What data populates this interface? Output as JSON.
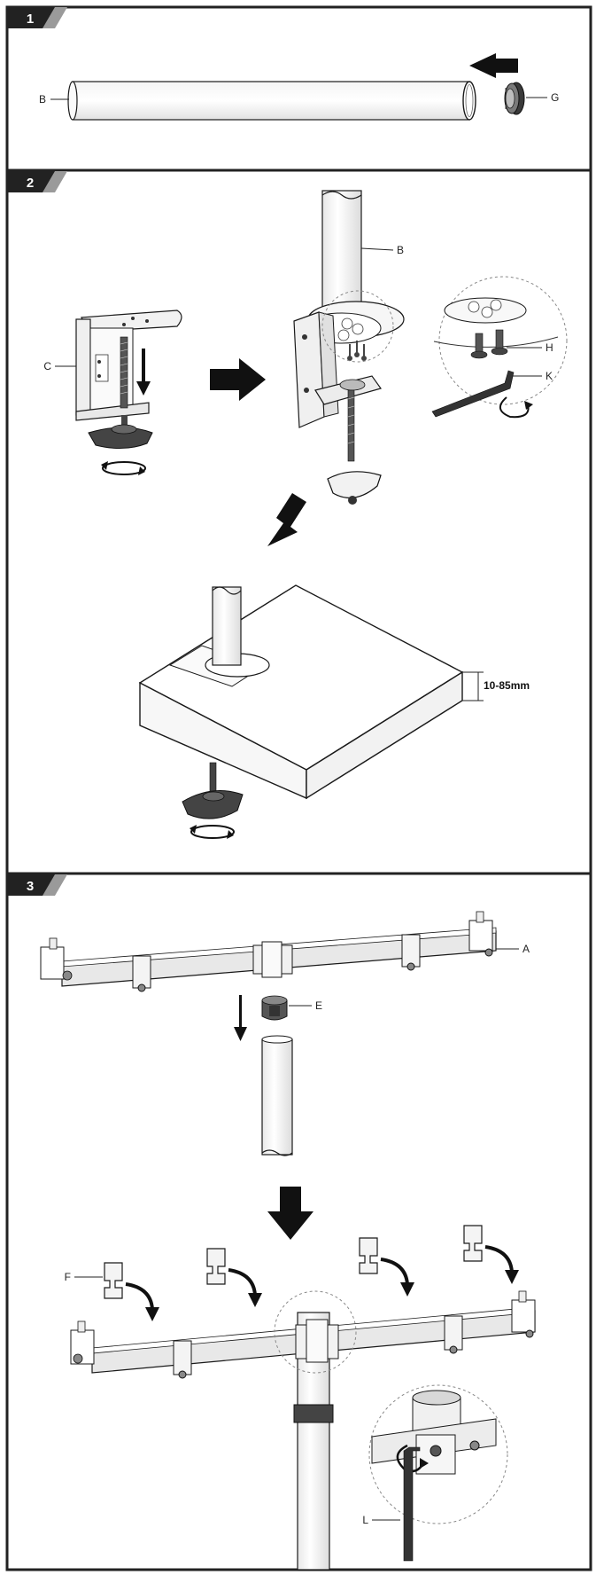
{
  "steps": [
    {
      "number": "1"
    },
    {
      "number": "2"
    },
    {
      "number": "3"
    }
  ],
  "parts": {
    "B": "B",
    "G": "G",
    "C": "C",
    "H": "H",
    "K": "K",
    "A": "A",
    "E": "E",
    "F": "F",
    "L": "L"
  },
  "dimension": "10-85mm",
  "colors": {
    "line": "#1a1a1a",
    "frame": "#222222",
    "arrow": "#111111",
    "steel": "#e6e6e6",
    "dark": "#3a3a3a"
  }
}
